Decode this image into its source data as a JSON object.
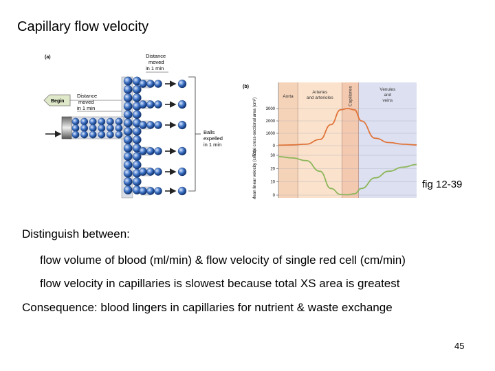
{
  "slide": {
    "title": "Capillary flow velocity",
    "caption": "fig 12-39",
    "page_number": "45",
    "lines": [
      "Distinguish between:",
      "flow volume of blood (ml/min) & flow velocity of single red cell (cm/min)",
      "flow velocity in capillaries is slowest because total XS area is greatest",
      "Consequence: blood lingers in capillaries for nutrient & waste exchange"
    ]
  },
  "figure_a": {
    "panel": "(a)",
    "begin": "Begin",
    "distance_moved_left": [
      "Distance",
      "moved",
      "in 1 min"
    ],
    "distance_moved_top": [
      "Distance",
      "moved",
      "in 1 min"
    ],
    "balls_expelled": [
      "Balls",
      "expelled",
      "in 1 min"
    ]
  },
  "chart_data": {
    "type": "line",
    "panel": "(b)",
    "regions": [
      "Aorta",
      "Arteries and arterioles",
      "Capillaries",
      "Venules and veins"
    ],
    "top_axis": {
      "ylabel": "Total cross-sectional area (cm²)",
      "ticks": [
        0,
        1000,
        2000,
        3000
      ],
      "ylim": [
        0,
        3000
      ]
    },
    "bottom_axis": {
      "ylabel": "Mean linear velocity (cm/s)",
      "ticks": [
        0,
        10,
        20,
        30
      ],
      "ylim": [
        0,
        30
      ]
    },
    "series": [
      {
        "color": "#e0743a",
        "axis": "top",
        "x": [
          0,
          0.1,
          0.2,
          0.3,
          0.38,
          0.45,
          0.5,
          0.55,
          0.6,
          0.7,
          0.8,
          0.9,
          1.0
        ],
        "values": [
          40,
          60,
          120,
          500,
          1700,
          2900,
          3000,
          2900,
          2000,
          600,
          250,
          120,
          60
        ]
      },
      {
        "color": "#8bb65a",
        "axis": "bottom",
        "x": [
          0,
          0.1,
          0.2,
          0.3,
          0.38,
          0.45,
          0.5,
          0.55,
          0.6,
          0.7,
          0.8,
          0.9,
          1.0
        ],
        "values": [
          29,
          28,
          26,
          18,
          5,
          0.5,
          0.3,
          1,
          5,
          13,
          18,
          21,
          23
        ]
      }
    ]
  }
}
